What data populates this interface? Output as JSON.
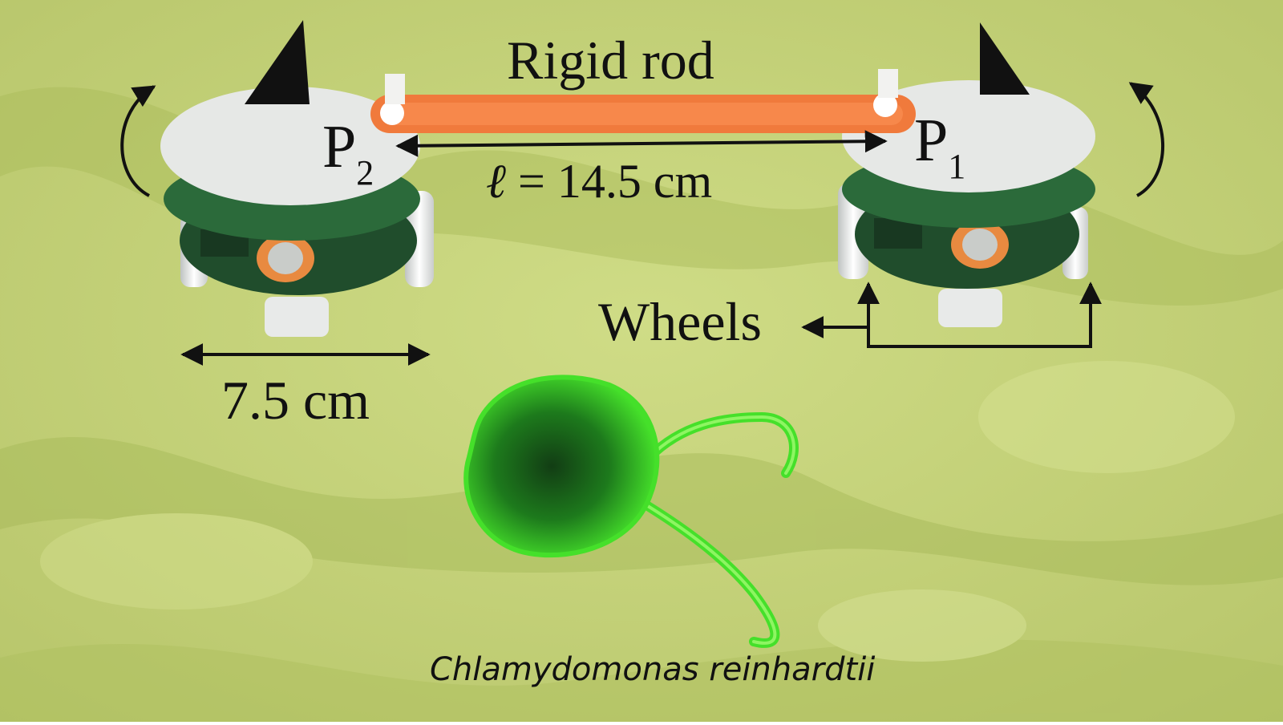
{
  "labels": {
    "rod": "Rigid rod",
    "p1_main": "P",
    "p1_sub": "1",
    "p2_main": "P",
    "p2_sub": "2",
    "length_symbol": "ℓ",
    "length_value": " = 14.5 cm",
    "wheels": "Wheels",
    "width": "7.5 cm",
    "species": "Chlamydomonas reinhardtii"
  },
  "colors": {
    "background": "#c4d275",
    "background_dark": "#9fb151",
    "rod": "#f07a3c",
    "robot_top": "#e6e8e6",
    "pcb": "#204d2c",
    "battery": "#e88a40",
    "cell": "#45e02a",
    "cell_dark": "#123d14",
    "arrows": "#111111"
  },
  "icons": {
    "robot_left": "robot-icon",
    "robot_right": "robot-icon",
    "heading_markers": "triangle-icon",
    "rotation": "curved-arrow-icon",
    "cell": "algae-cell-icon"
  }
}
